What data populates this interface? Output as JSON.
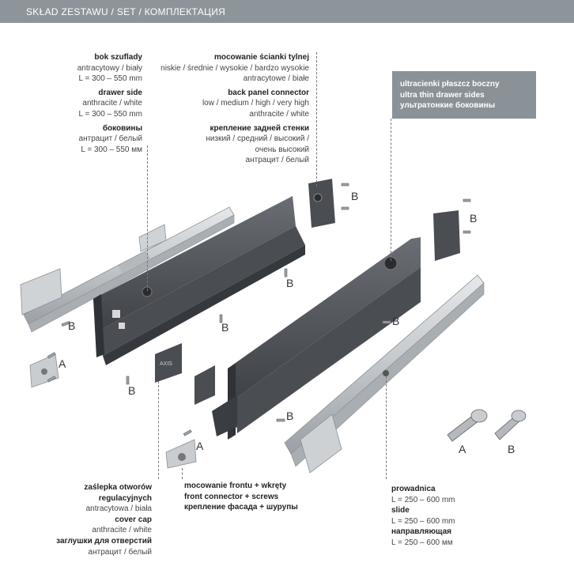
{
  "header": {
    "title": "SKŁAD ZESTAWU / SET / КОМПЛЕКТАЦИЯ"
  },
  "labels": {
    "drawer_side": {
      "pl_title": "bok szuflady",
      "pl_color": "antracytowy / biały",
      "pl_length": "L = 300 – 550 mm",
      "en_title": "drawer side",
      "en_color": "anthracite / white",
      "en_length": "L = 300 – 550 mm",
      "ru_title": "боковины",
      "ru_color": "антрацит / белый",
      "ru_length": "L = 300 – 550 мм"
    },
    "back_panel": {
      "pl_title": "mocowanie ścianki tylnej",
      "pl_heights": "niskie / średnie / wysokie / bardzo wysokie",
      "pl_color": "antracytowe / białe",
      "en_title": "back panel connector",
      "en_heights": "low / medium / high / very high",
      "en_color": "anthracite / white",
      "ru_title": "крепление задней стенки",
      "ru_heights_1": "низкий / средний / высокий /",
      "ru_heights_2": "очень высокий",
      "ru_color": "антрацит / белый"
    },
    "ultra_thin": {
      "pl": "ultracienki płaszcz boczny",
      "en": "ultra thin drawer sides",
      "ru": "ультратонкие боковины"
    },
    "cover_cap": {
      "pl_title_1": "zaślepka otworów",
      "pl_title_2": "regulacyjnych",
      "pl_color": "antracytowa / biała",
      "en_title": "cover cap",
      "en_color": "anthracite / white",
      "ru_title": "заглушки для отверстий",
      "ru_color": "антрацит / белый"
    },
    "front_connector": {
      "pl": "mocowanie frontu + wkręty",
      "en": "front connector + screws",
      "ru": "крепление фасада + шурупы"
    },
    "slide": {
      "pl_title": "prowadnica",
      "pl_length": "L = 250 – 600 mm",
      "en_title": "slide",
      "en_length": "L = 250 – 600 mm",
      "ru_title": "направляющая",
      "ru_length": "L = 250 – 600 мм"
    }
  },
  "screw_letters": {
    "a": "A",
    "b": "B"
  },
  "colors": {
    "header_bg": "#8d959b",
    "badge_bg": "#8a9197",
    "anthracite": "#4a4d52",
    "steel": "#c9ccd0"
  }
}
